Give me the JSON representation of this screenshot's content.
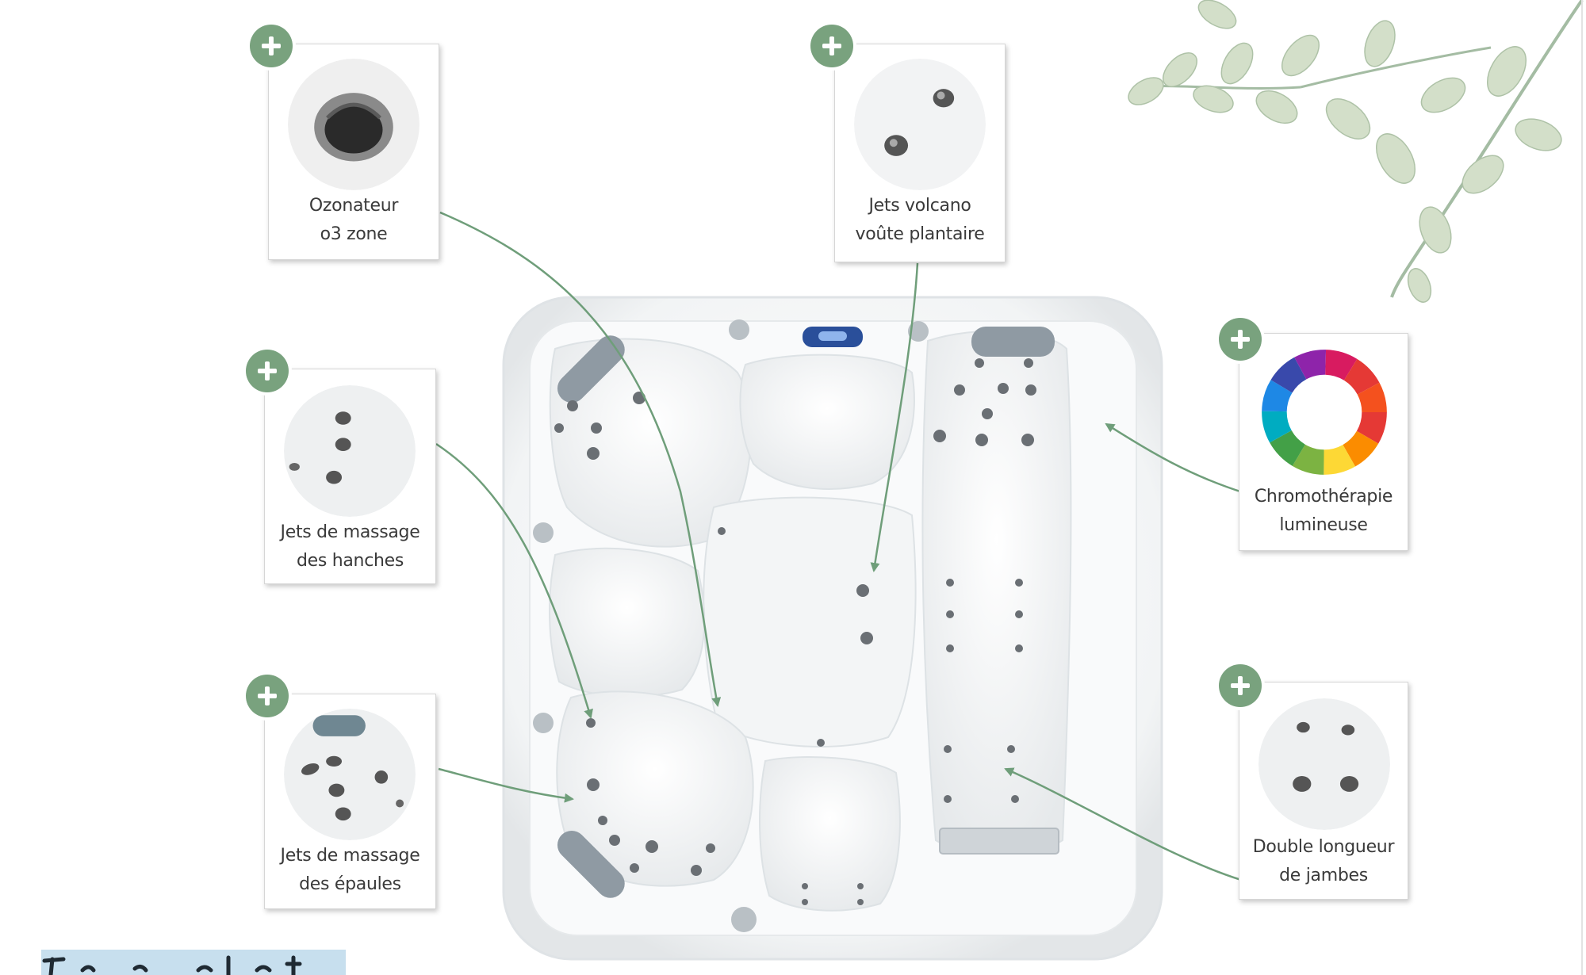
{
  "features": [
    {
      "key": "ozonateur",
      "line1": "Ozonateur",
      "line2": "o3 zone",
      "icon": "ozonator-nozzle-icon"
    },
    {
      "key": "volcano",
      "line1": "Jets volcano",
      "line2": "voûte plantaire",
      "icon": "volcano-jets-icon"
    },
    {
      "key": "hanches",
      "line1": "Jets de massage",
      "line2": "des hanches",
      "icon": "hip-jets-icon"
    },
    {
      "key": "chromo",
      "line1": "Chromothérapie",
      "line2": "lumineuse",
      "icon": "color-wheel-icon"
    },
    {
      "key": "epaules",
      "line1": "Jets de massage",
      "line2": "des épaules",
      "icon": "shoulder-jets-icon"
    },
    {
      "key": "jambes",
      "line1": "Double longueur",
      "line2": "de jambes",
      "icon": "leg-jets-icon"
    }
  ],
  "colors": {
    "accent_green": "#79a27e",
    "leader_line": "#6f9e7a",
    "text": "#3a3a3a",
    "heading_highlight": "#c7dfee"
  }
}
